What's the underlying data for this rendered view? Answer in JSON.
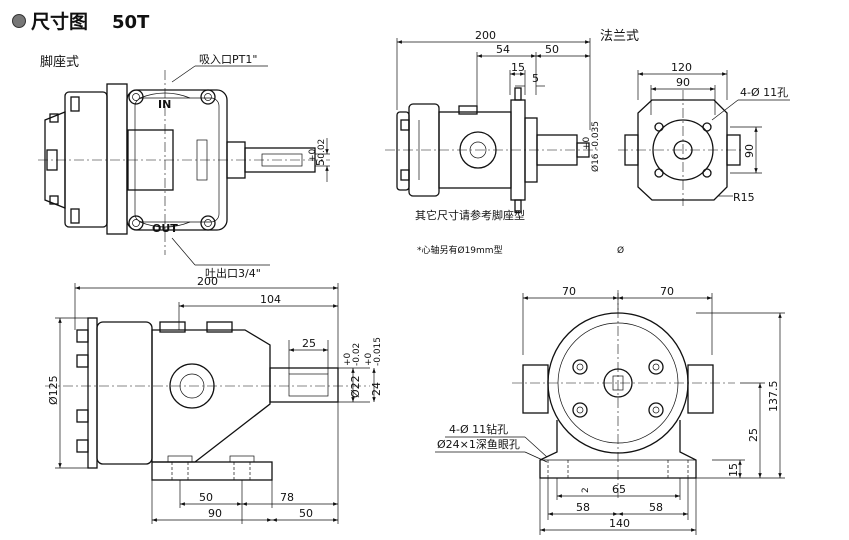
{
  "header": {
    "title": "尺寸图",
    "model": "50T",
    "bullet_icon": "circle-bullet-icon"
  },
  "views": {
    "foot_mount_label": "脚座式",
    "flange_mount_label": "法兰式"
  },
  "foot_mount_top": {
    "suction_port": "吸入口PT1\"",
    "discharge_port": "吐出口3/4\"",
    "in_mark": "IN",
    "out_mark": "OUT",
    "key_width": "5",
    "key_tol_upper": "+0",
    "key_tol_lower": "-0.02"
  },
  "flange_side": {
    "overall_length": "200",
    "dim_54": "54",
    "dim_50": "50",
    "dim_15": "15",
    "dim_5": "5",
    "shaft_dia": "Ø16",
    "shaft_tol_upper": "+0",
    "shaft_tol_lower": "-0.035",
    "note_other_dims": "其它尺寸请参考脚座型"
  },
  "flange_face": {
    "width_120": "120",
    "pitch_90": "90",
    "height_90": "90",
    "holes": "4-Ø 11孔",
    "corner_radius": "R15"
  },
  "notes": {
    "shaft_option": "*心轴另有Ø19mm型",
    "stray_symbol": "Ø"
  },
  "foot_side": {
    "overall_length": "200",
    "dim_104": "104",
    "key_length": "25",
    "body_dia": "Ø125",
    "shaft_dia": "Ø22",
    "shaft_tol_upper": "+0",
    "shaft_tol_lower": "-0.02",
    "key_height": "24",
    "key_tol_upper": "+0",
    "key_tol_lower": "-0.015",
    "dim_50": "50",
    "dim_78": "78",
    "dim_90": "90",
    "dim_50b": "50"
  },
  "foot_front": {
    "left_70": "70",
    "right_70": "70",
    "height_137_5": "137.5",
    "height_25": "25",
    "foot_thk_15": "15",
    "foot_2": "2",
    "holes": "4-Ø 11钻孔",
    "counterbore": "Ø24×1深鱼眼孔",
    "dim_65": "65",
    "dim_58a": "58",
    "dim_58b": "58",
    "width_140": "140"
  }
}
